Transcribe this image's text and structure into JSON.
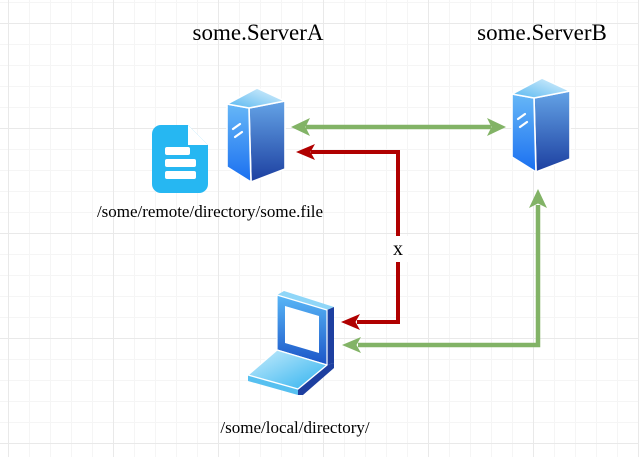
{
  "diagram": {
    "type": "network-file-transfer-diagram",
    "background_color": "#ffffff",
    "grid_color": "#f5f5f5"
  },
  "nodes": {
    "server_a": {
      "title": "some.ServerA",
      "icon": "server-icon",
      "icon_colors": {
        "top": "#d8f0fc",
        "left": "#53aef5",
        "front_top": "#5f9fe4",
        "front_bottom": "#1c3fa0"
      }
    },
    "server_b": {
      "title": "some.ServerB",
      "icon": "server-icon",
      "icon_colors": {
        "top": "#d8f0fc",
        "left": "#53aef5",
        "front_top": "#5f9fe4",
        "front_bottom": "#1c3fa0"
      }
    },
    "remote_file": {
      "label": "/some/remote/directory/some.file",
      "icon": "file-icon",
      "icon_color": "#26b7f2"
    },
    "local_machine": {
      "label": "/some/local/directory/",
      "icon": "laptop-icon",
      "icon_colors": {
        "frame": "#2f8fe8",
        "screen": "#ffffff",
        "base": "#7ed0f7",
        "edge": "#1d3fa0"
      }
    }
  },
  "connectors": {
    "server_a_server_b": {
      "direction": "bidirectional",
      "color": "#82b366",
      "label": ""
    },
    "server_a_local_machine": {
      "direction": "bidirectional",
      "color": "#b00000",
      "label": "x"
    },
    "local_machine_server_b": {
      "direction": "bidirectional",
      "color": "#82b366",
      "label": ""
    }
  }
}
